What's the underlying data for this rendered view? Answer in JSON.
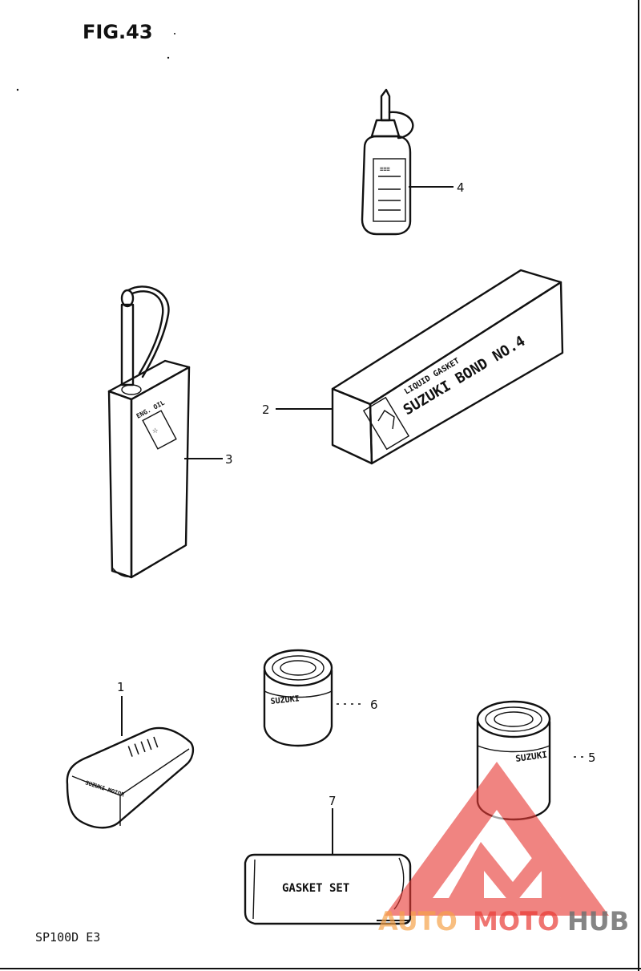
{
  "figure_title": "FIG.43",
  "model_code": "SP100D E3",
  "parts": [
    {
      "ref": "1"
    },
    {
      "ref": "2"
    },
    {
      "ref": "3"
    },
    {
      "ref": "4"
    },
    {
      "ref": "5"
    },
    {
      "ref": "6"
    },
    {
      "ref": "7"
    }
  ],
  "product_text": {
    "bond_line1": "LIQUID GASKET",
    "bond_line2": "SUZUKI BOND NO.4",
    "gasket": "GASKET SET"
  },
  "watermark": {
    "text_auto": "AUTO",
    "text_moto": "MOTO",
    "text_hub": "HUB",
    "color_red": "#e83a35",
    "color_orange": "#f5a24a",
    "color_gray": "#707070"
  }
}
